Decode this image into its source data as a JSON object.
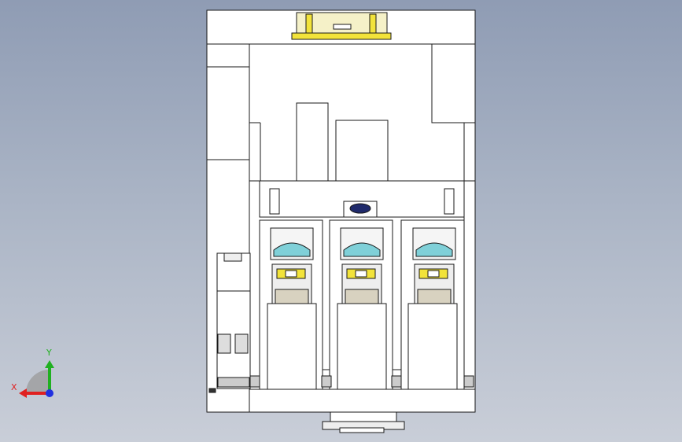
{
  "viewport": {
    "background_top": "#8f9cb4",
    "background_bottom": "#c9ced8"
  },
  "model": {
    "edge_color": "#1a1a1a",
    "face_color": "#ffffff",
    "terminal_screw_color": "#f2e33a",
    "terminal_window_color": "#7fd0d8",
    "indicator_color": "#1f2a6b",
    "pole_count": 3
  },
  "triad": {
    "x_label": "X",
    "y_label": "Y",
    "x_color": "#e02020",
    "y_color": "#20b020",
    "z_color": "#2030e0"
  }
}
